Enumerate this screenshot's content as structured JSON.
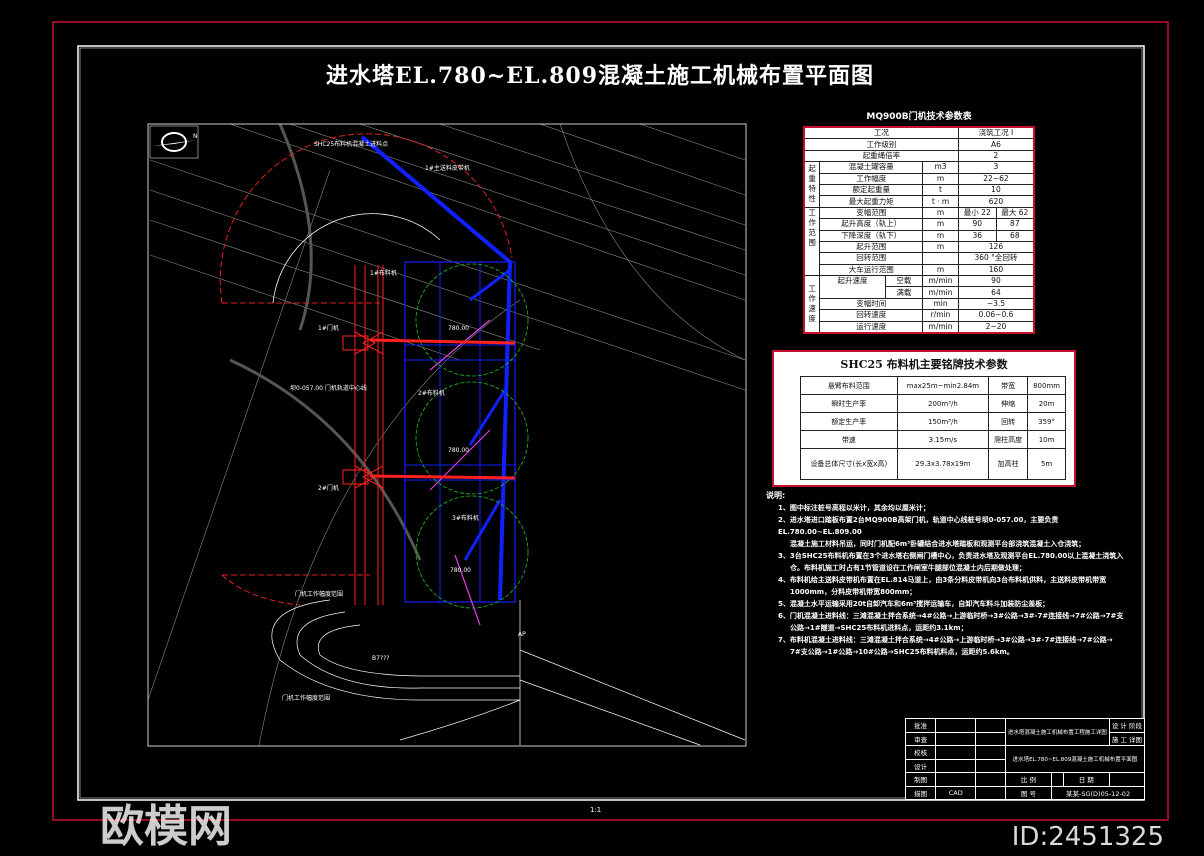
{
  "title": "进水塔EL.780~EL.809混凝土施工机械布置平面图",
  "colors": {
    "frame_red": "#c8102e",
    "frame_white": "#ffffff",
    "conveyor_blue": "#1020ff",
    "gantry_red": "#ff2020",
    "reach_green": "#20c020",
    "feeder_magenta": "#e040e0",
    "background": "#000000"
  },
  "plan": {
    "north_label": "N",
    "labels": {
      "shc25_feed": "SHC25布料机混凝土进料点",
      "main_belt": "1#主送料皮带机",
      "gantry1": "1#门机",
      "gantry2": "2#门机",
      "gantry_axis": "坝0-057.00 门机轨道中心线",
      "spreader1": "1#布料机",
      "spreader2": "2#布料机",
      "spreader3": "3#布料机",
      "gantry_reach": "门机工作幅度范围",
      "gantry_reach2": "门机工作幅度范围",
      "b7": "B7???",
      "ap": "AP",
      "el1": "780.00",
      "el2": "780.00",
      "el3": "780.00"
    }
  },
  "table1": {
    "title": "MQ900B门机技术参数表",
    "rows": [
      [
        "工况",
        "浇筑工况 I"
      ],
      [
        "工作级别",
        "A6"
      ],
      [
        "起重绳倍率",
        "2"
      ],
      [
        "起重特性",
        "混凝土罐容量",
        "m3",
        "3"
      ],
      [
        "工作幅度",
        "m",
        "22~62"
      ],
      [
        "额定起重量",
        "t",
        "10"
      ],
      [
        "最大起重力矩",
        "t · m",
        "620"
      ],
      [
        "工作范围",
        "变幅范围",
        "m",
        "最小 22",
        "最大 62"
      ],
      [
        "起升高度（轨上）",
        "m",
        "90",
        "87"
      ],
      [
        "下降深度（轨下）",
        "m",
        "36",
        "68"
      ],
      [
        "起升范围",
        "m",
        "126"
      ],
      [
        "回转范围",
        "",
        "360 °全回转"
      ],
      [
        "大车运行范围",
        "m",
        "160"
      ],
      [
        "工作速度",
        "起升速度",
        "空载",
        "m/min",
        "90"
      ],
      [
        "满载",
        "m/min",
        "64"
      ],
      [
        "变幅时间",
        "min",
        "~3.5"
      ],
      [
        "回转速度",
        "r/min",
        "0.06~0.6"
      ],
      [
        "运行速度",
        "m/min",
        "2~20"
      ]
    ]
  },
  "table2": {
    "title": "SHC25 布料机主要铭牌技术参数",
    "rows": [
      [
        "悬臂布料范围",
        "max25m~min2.84m",
        "带宽",
        "800mm"
      ],
      [
        "瞬时生产率",
        "200m³/h",
        "伸缩",
        "20m"
      ],
      [
        "额定生产率",
        "150m³/h",
        "回转",
        "359°"
      ],
      [
        "带速",
        "3.15m/s",
        "爬柱高度",
        "10m"
      ],
      [
        "设备总体尺寸(长x宽x高)",
        "29.3x3.78x19m",
        "加高柱",
        "5m"
      ]
    ]
  },
  "notes": {
    "heading": "说明:",
    "items": [
      "1、图中标注桩号高程以米计，其余均以厘米计；",
      "2、进水塔进口踏板布置2台MQ900B高架门机，轨道中心线桩号坝0-057.00，主要负责EL.780.00~EL.809.00",
      "混凝土施工材料吊运，同时门机配6m³卧罐结合进水塔踏板和观测平台部浇筑混凝土入仓浇筑；",
      "3、3台SHC25布料机布置在3个进水塔右侧闸门槽中心，负责进水塔及观测平台EL.780.00以上混凝土浇筑入",
      "仓。布料机施工时占有1节管道设在工作闸室牛腿部位混凝土内后期做处理；",
      "4、布料机给主送料皮带机布置在EL.814马道上，由3条分料皮带机向3台布料机供料，主送料皮带机带宽",
      "1000mm，分料皮带机带宽800mm；",
      "5、混凝土水平运输采用20t自卸汽车和6m³搅拌运输车，自卸汽车料斗加装防尘盖板；",
      "6、门机混凝土进料线：三滩混凝土拌合系统→4#公路→上游临时桥→3#公路→3#-7#连接线→7#公路→7#支",
      "公路→1#隧道→SHC25布料机进料点，运距约3.1km；",
      "7、布料机混凝土进料线：三滩混凝土拌合系统→4#公路→上游临时桥→3#公路→3#-7#连接线→7#公路→",
      "7#支公路→1#公路→10#公路→SHC25布料机料点，运距约5.6km。"
    ]
  },
  "title_block": {
    "roles": [
      "批准",
      "审查",
      "校核",
      "设计",
      "制图",
      "描图"
    ],
    "drafter_value": "CAD",
    "project": "进水塔混凝土施工机械布置工程施工详图",
    "drawing_name": "进水塔EL.780~EL.809混凝土施工机械布置平面图",
    "stage_label": "设 计 阶段",
    "stage_value": "施 工 详图",
    "scale_label": "比 例",
    "date_label": "日 期",
    "number_label": "图 号",
    "number_value": "某某-SG(D)05-12-02"
  },
  "sheet_scale": "1:1",
  "watermark": {
    "brand": "欧模网",
    "id": "ID:2451325"
  }
}
